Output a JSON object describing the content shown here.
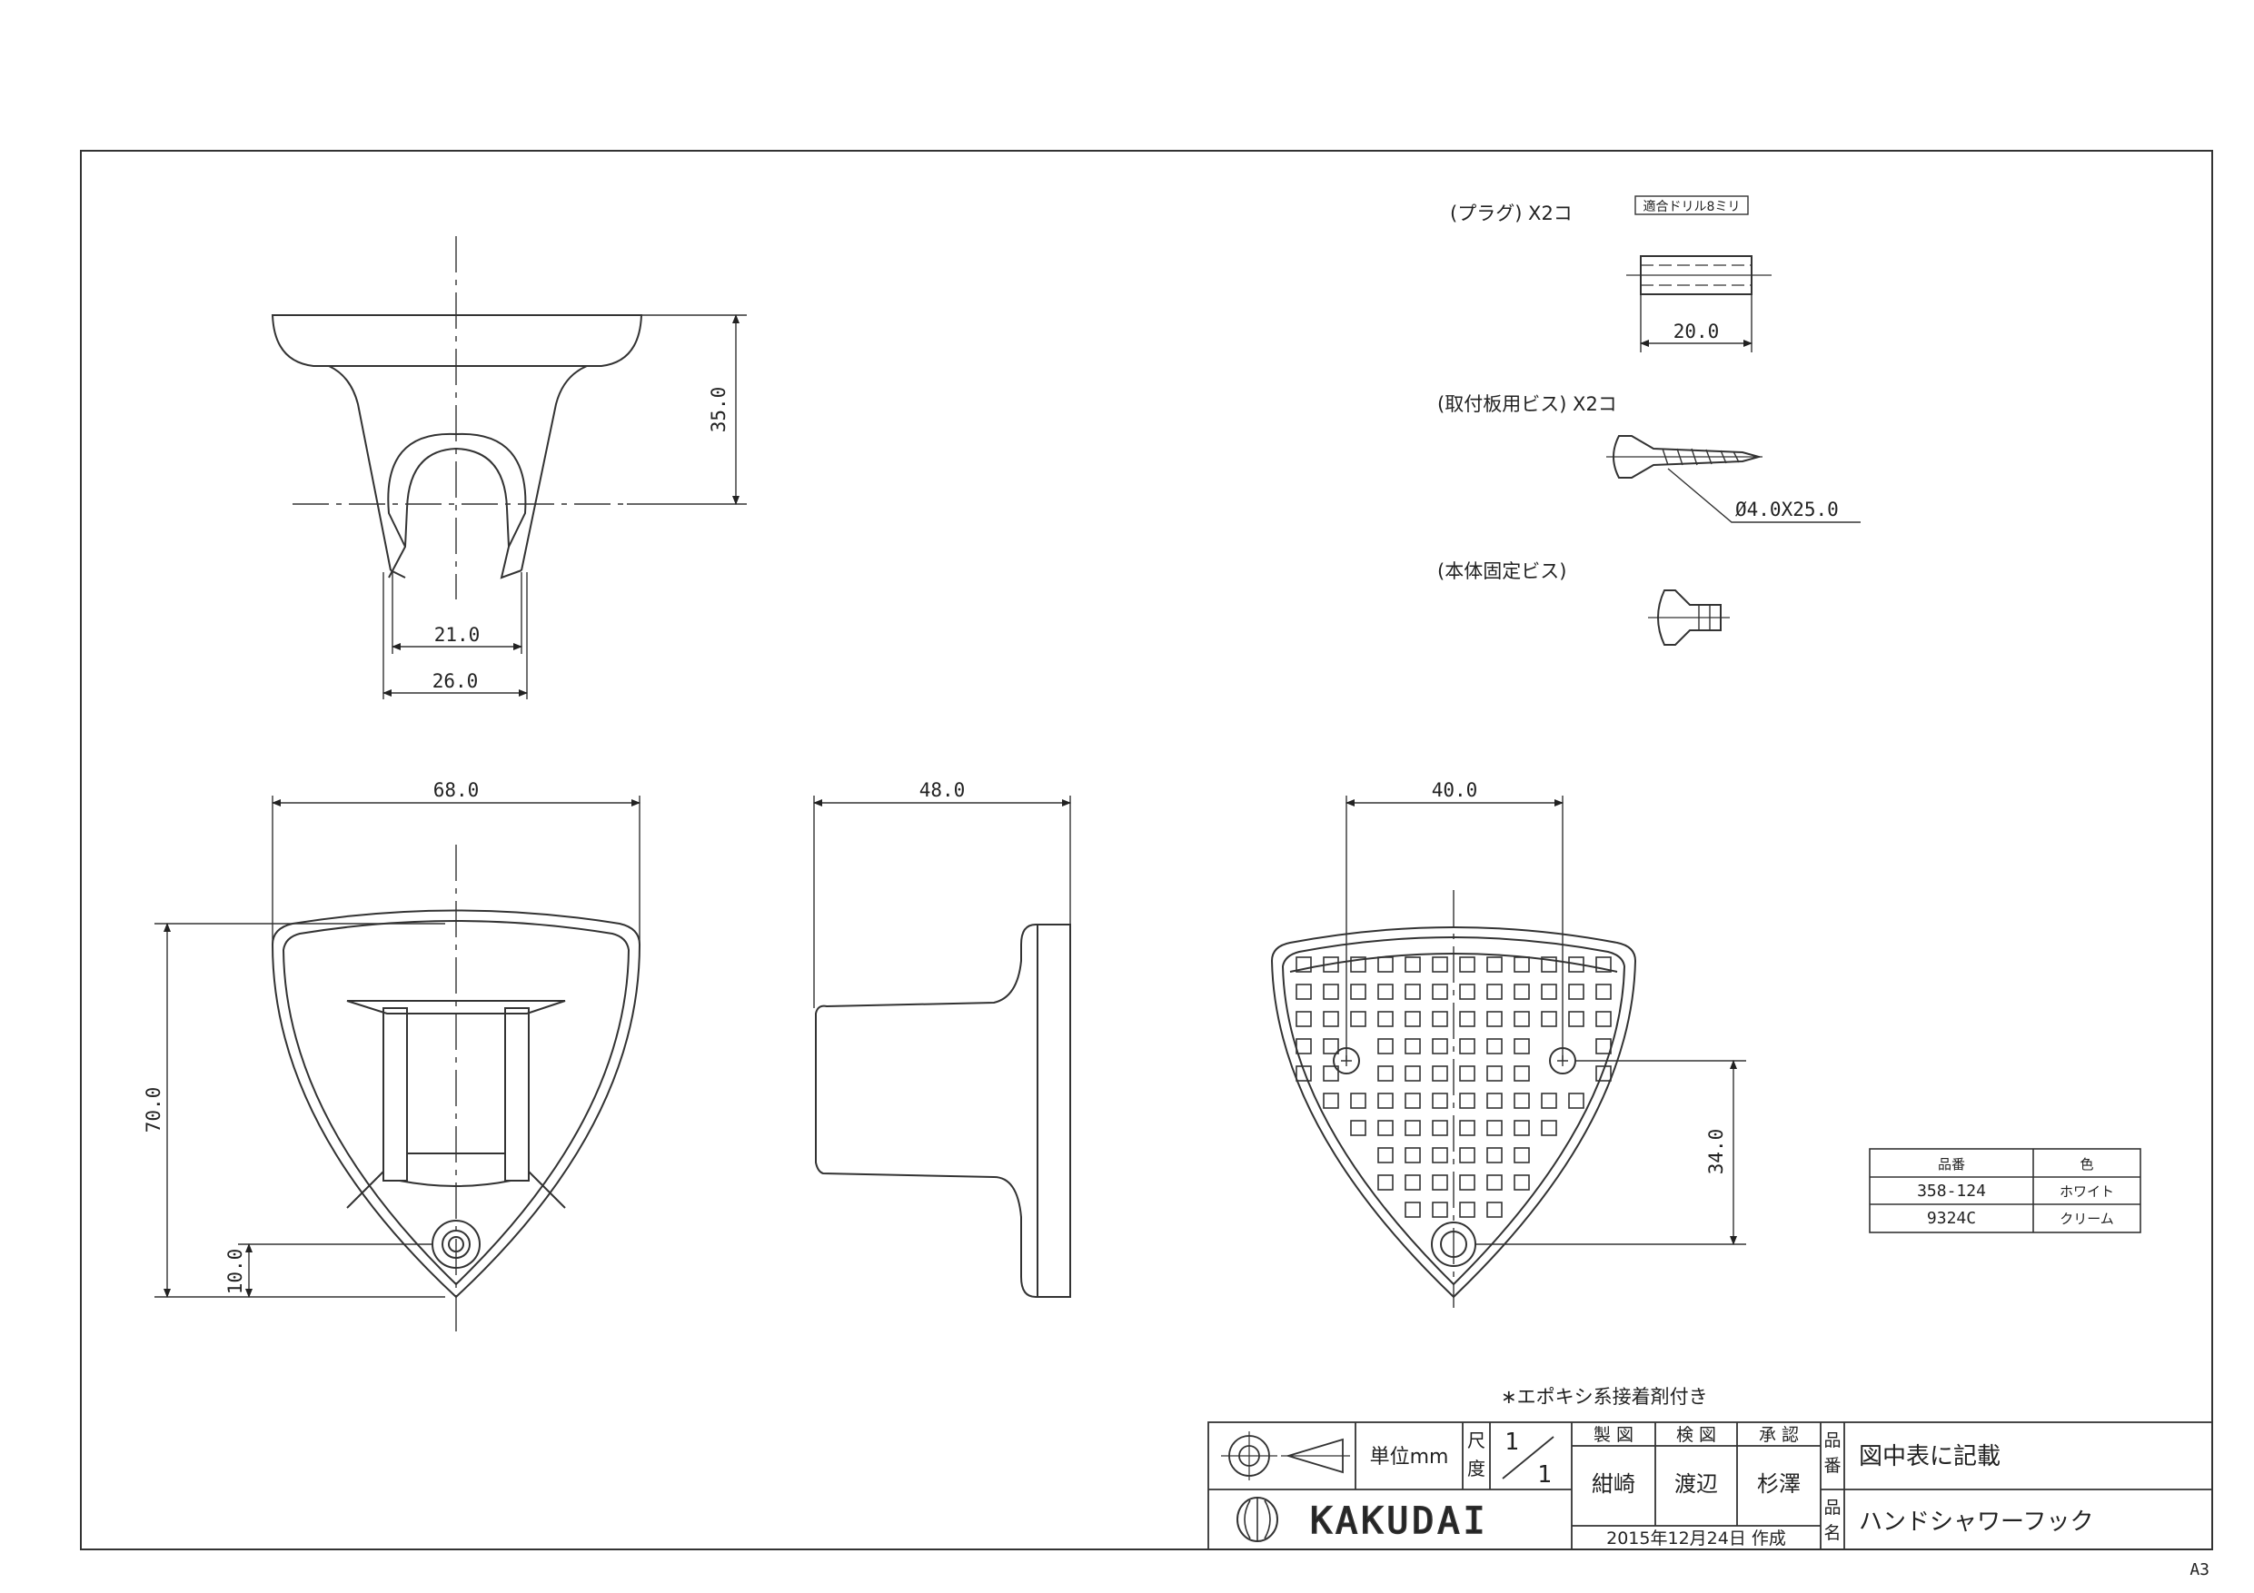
{
  "parts": {
    "plug_label": "(プラグ) X2コ",
    "plug_tag": "適合ドリル8ミリ",
    "plug_dim": "20.0",
    "wall_screw_label": "(取付板用ビス) X2コ",
    "wall_screw_dim": "Ø4.0X25.0",
    "body_screw_label": "(本体固定ビス)"
  },
  "dims": {
    "top_height": "35.0",
    "inner_width": "21.0",
    "outer_width": "26.0",
    "front_width": "68.0",
    "front_height": "70.0",
    "front_hole_offset": "10.0",
    "side_depth": "48.0",
    "rear_hole_span": "40.0",
    "rear_hole_height": "34.0"
  },
  "product_table": {
    "headers": [
      "品番",
      "色"
    ],
    "rows": [
      [
        "358-124",
        "ホワイト"
      ],
      [
        "9324C",
        "クリーム"
      ]
    ]
  },
  "note": "∗エポキシ系接着剤付き",
  "title_block": {
    "unit_label": "単位mm",
    "scale_label_top": "尺",
    "scale_label_bottom": "度",
    "scale_num": "1",
    "scale_den": "1",
    "made_header": "製 図",
    "checked_header": "検 図",
    "approved_header": "承 認",
    "made_name": "紺崎",
    "checked_name": "渡辺",
    "approved_name": "杉澤",
    "date": "2015年12月24日 作成",
    "part_no_label_top": "品",
    "part_no_label_bottom": "番",
    "part_no_value": "図中表に記載",
    "part_name_label_top": "品",
    "part_name_label_bottom": "名",
    "part_name_value": "ハンドシャワーフック",
    "brand": "KAKUDAI"
  },
  "sheet_size": "A3"
}
